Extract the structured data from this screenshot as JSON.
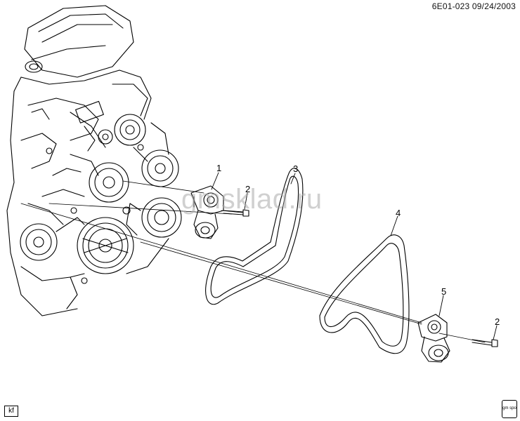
{
  "header": {
    "ref_code": "6E01-023  09/24/2003"
  },
  "watermark": {
    "text": "gmsklad.ru"
  },
  "callouts": [
    {
      "id": "callout-1",
      "label": "1"
    },
    {
      "id": "callout-2a",
      "label": "2"
    },
    {
      "id": "callout-3",
      "label": "3"
    },
    {
      "id": "callout-4",
      "label": "4"
    },
    {
      "id": "callout-5",
      "label": "5"
    },
    {
      "id": "callout-2b",
      "label": "2"
    }
  ],
  "footer": {
    "kf_label": "kf",
    "logo_text": "gm spo"
  },
  "icons": {
    "footer_logo": "gmspo-logo-icon"
  }
}
